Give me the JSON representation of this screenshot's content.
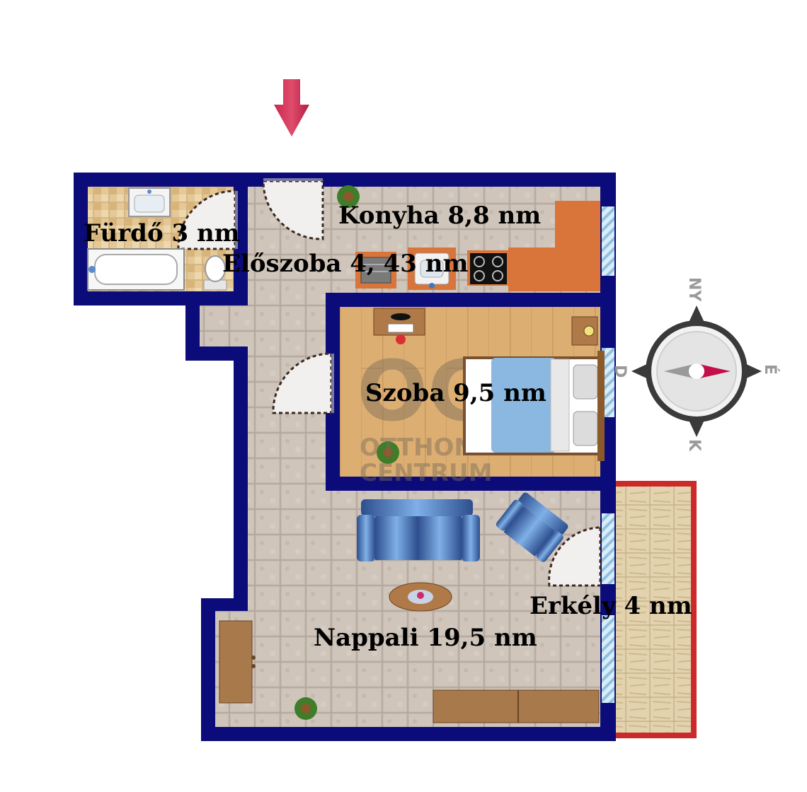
{
  "rooms": {
    "furdo": "Fürdő 3 nm",
    "konyha": "Konyha 8,8 nm",
    "eloszoba": "Előszoba 4, 43 nm",
    "szoba": "Szoba 9,5 nm",
    "nappali": "Nappali 19,5 nm",
    "erkely": "Erkély 4 nm"
  },
  "compass": {
    "north": "NY",
    "east": "É",
    "south": "K",
    "west": "D"
  },
  "logo": {
    "mark": "OC",
    "line1": "OTTHON",
    "line2": "CENTRUM"
  },
  "colors": {
    "wall": "#0b0b7a",
    "balcony_wall": "#cc2a2a",
    "entry_arrow": "#d8345a",
    "counter": "#d9743a",
    "sofa": "#4a7fc4",
    "bed_blanket": "#8ab8e0",
    "wood_floor": "#dcae72",
    "tile_floor": "#c9bfb5"
  },
  "icons": [
    "entry-arrow-icon",
    "compass-icon",
    "plant-icon",
    "sofa-icon",
    "armchair-icon",
    "bed-icon",
    "stove-icon",
    "sink-icon",
    "bathtub-icon",
    "toilet-icon"
  ]
}
